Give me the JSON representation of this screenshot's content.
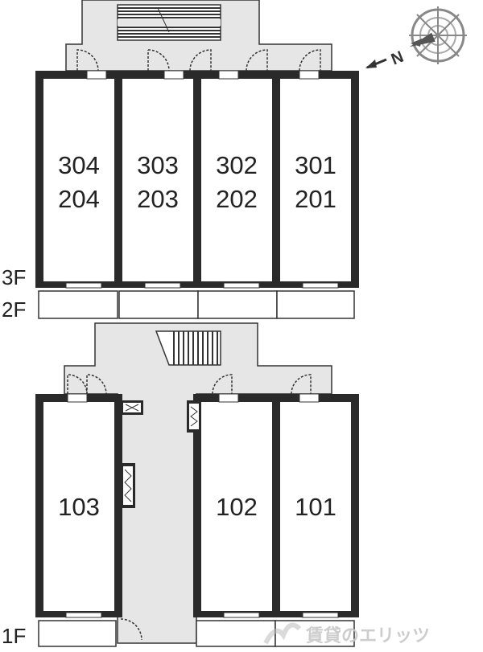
{
  "floors": {
    "upper": {
      "label_3f": "3F",
      "label_2f": "2F",
      "units": [
        {
          "top": "304",
          "bottom": "204"
        },
        {
          "top": "303",
          "bottom": "203"
        },
        {
          "top": "302",
          "bottom": "202"
        },
        {
          "top": "301",
          "bottom": "201"
        }
      ]
    },
    "ground": {
      "label": "1F",
      "units": [
        {
          "label": "103"
        },
        {
          "label": "102"
        },
        {
          "label": "101"
        }
      ]
    }
  },
  "compass": {
    "north_label": "N",
    "icon": "compass-rose-icon"
  },
  "watermark": {
    "text": "賃貸のエリッツ",
    "icon": "eltz-logo-icon",
    "color": "#c8c8c8"
  },
  "colors": {
    "wall": "#2a2a2a",
    "common_area": "#e6e6e6",
    "unit_fill": "#ffffff"
  }
}
